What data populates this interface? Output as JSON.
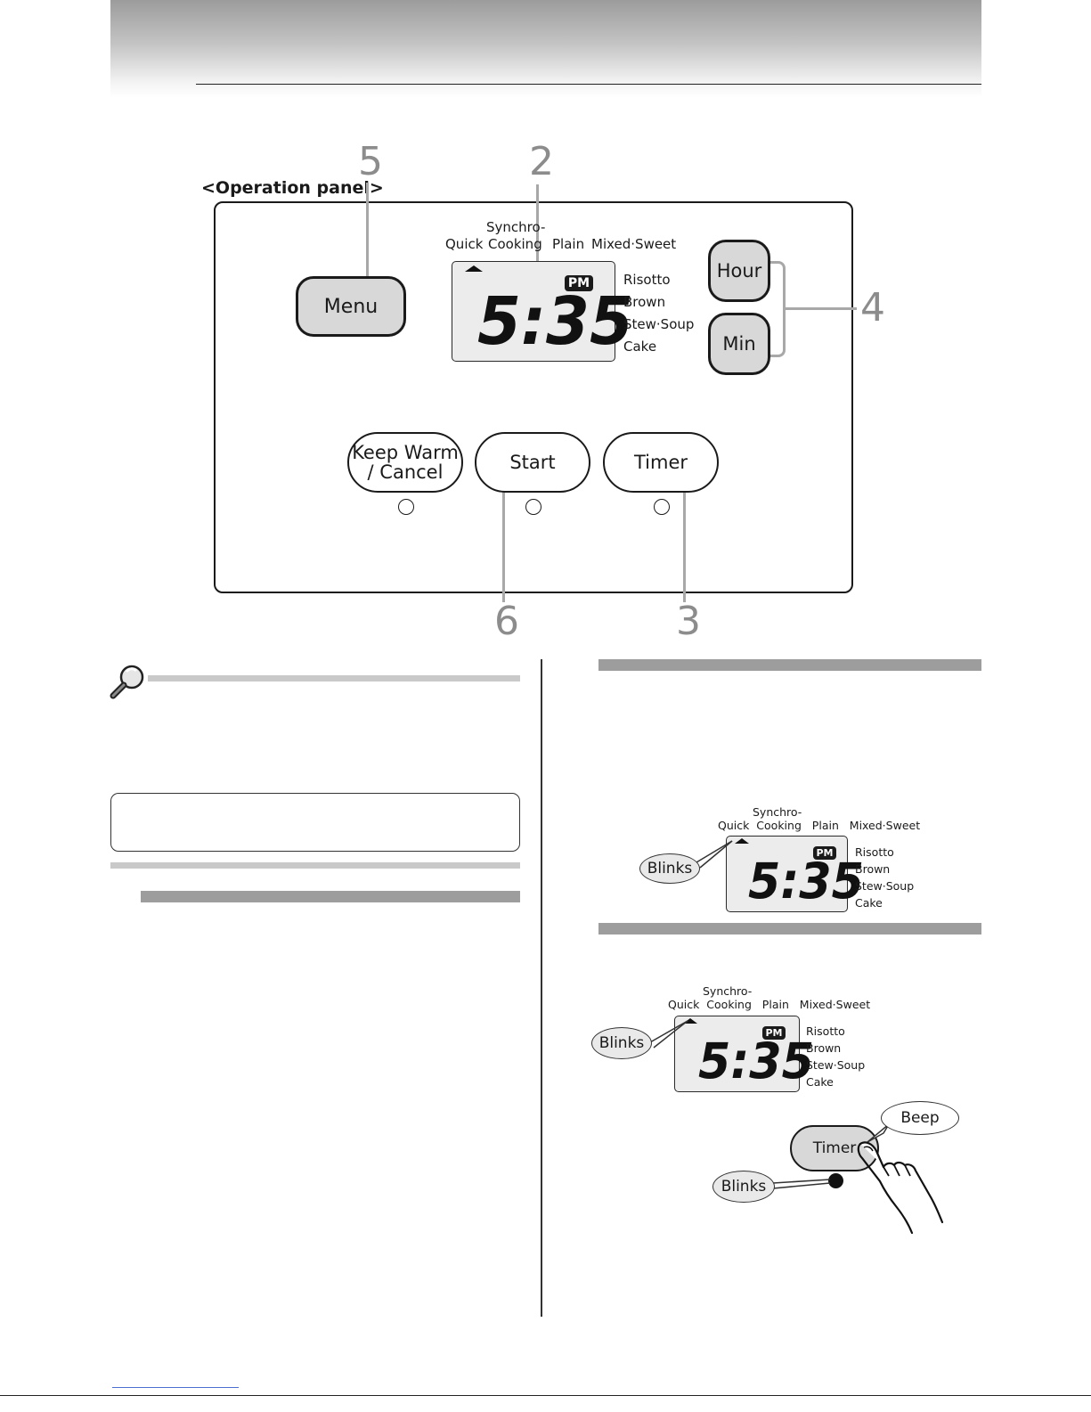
{
  "operation_panel": {
    "heading": "<Operation panel>",
    "callouts": {
      "menu": "5",
      "display": "2",
      "hour_min": "4",
      "start": "6",
      "timer": "3"
    },
    "buttons": {
      "menu": "Menu",
      "hour": "Hour",
      "min": "Min",
      "keep_warm_line1": "Keep Warm",
      "keep_warm_line2": "/ Cancel",
      "start": "Start",
      "timer": "Timer"
    },
    "display": {
      "menu_top_line1": "Synchro-",
      "menu_top_quick": "Quick",
      "menu_top_cooking": "Cooking",
      "menu_top_plain": "Plain",
      "menu_top_mixed_sweet": "Mixed·Sweet",
      "menu_side": [
        "Risotto",
        "Brown",
        "Stew·Soup",
        "Cake"
      ],
      "pm": "PM",
      "time": "5:35"
    }
  },
  "illustration_1": {
    "blinks": "Blinks",
    "display": {
      "menu_top_line1": "Synchro-",
      "menu_top_line2": "Quick  Cooking   Plain   Mixed·Sweet",
      "menu_side": [
        "Risotto",
        "Brown",
        "Stew·Soup",
        "Cake"
      ],
      "pm": "PM",
      "time": "5:35"
    }
  },
  "illustration_2": {
    "blinks_display": "Blinks",
    "blinks_led": "Blinks",
    "beep": "Beep",
    "timer_button": "Timer",
    "display": {
      "menu_top_line1": "Synchro-",
      "menu_top_line2": "Quick  Cooking   Plain   Mixed·Sweet",
      "menu_side": [
        "Risotto",
        "Brown",
        "Stew·Soup",
        "Cake"
      ],
      "pm": "PM",
      "time": "5:35"
    }
  }
}
